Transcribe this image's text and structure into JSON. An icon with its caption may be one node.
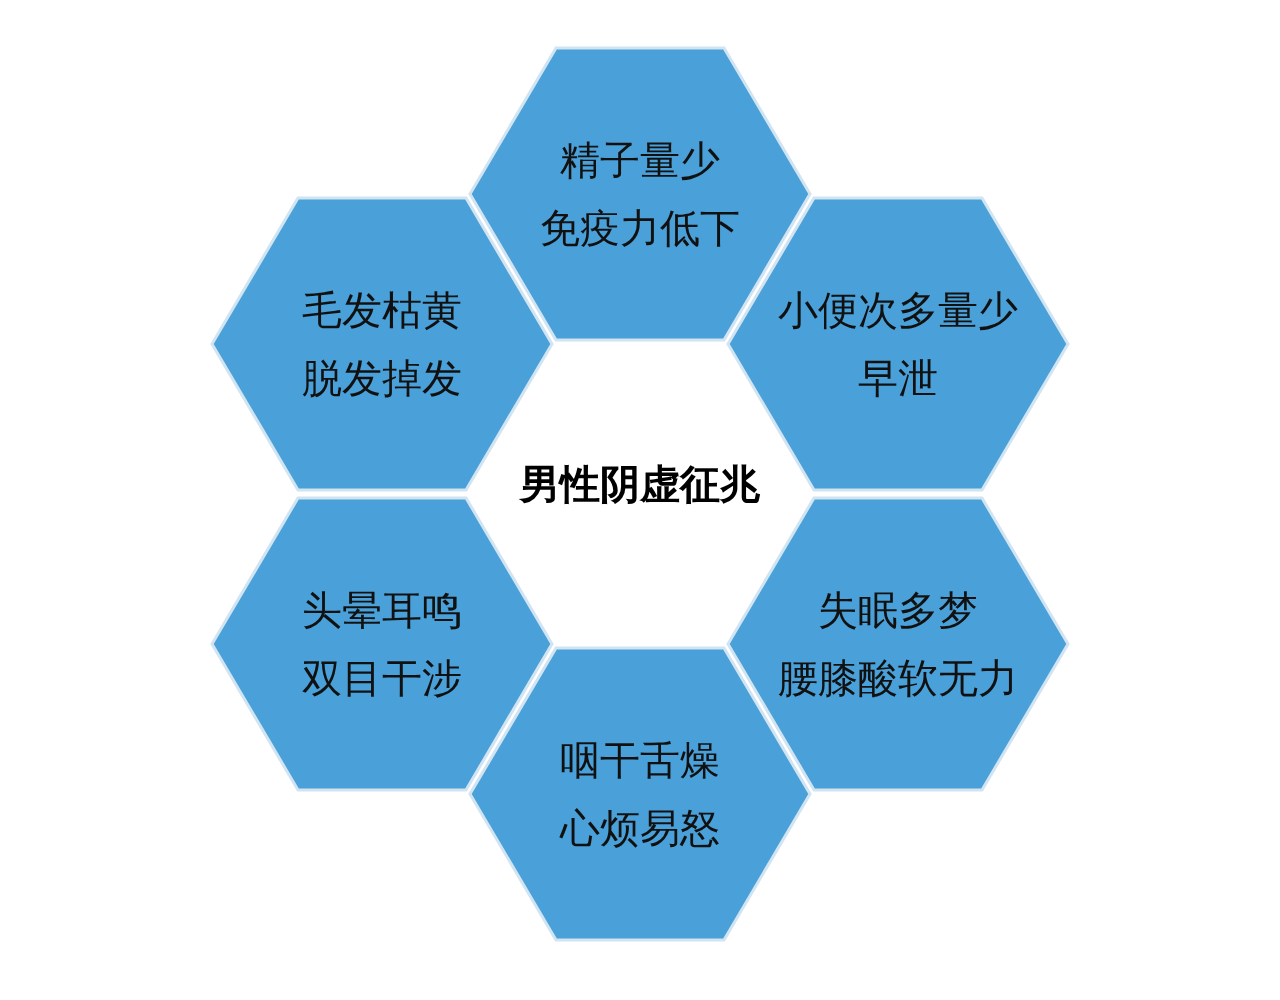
{
  "diagram": {
    "title": "男性阴虚征兆",
    "nodes": [
      {
        "text": [
          "精子量少",
          "免疫力低下"
        ]
      },
      {
        "text": [
          "毛发枯黄",
          "脱发掉发"
        ]
      },
      {
        "text": [
          "小便次多量少",
          "早泄"
        ]
      },
      {
        "text": [
          "头晕耳鸣",
          "双目干涉"
        ]
      },
      {
        "text": [
          "失眠多梦",
          "腰膝酸软无力"
        ]
      },
      {
        "text": [
          "咽干舌燥",
          "心烦易怒"
        ]
      }
    ]
  }
}
